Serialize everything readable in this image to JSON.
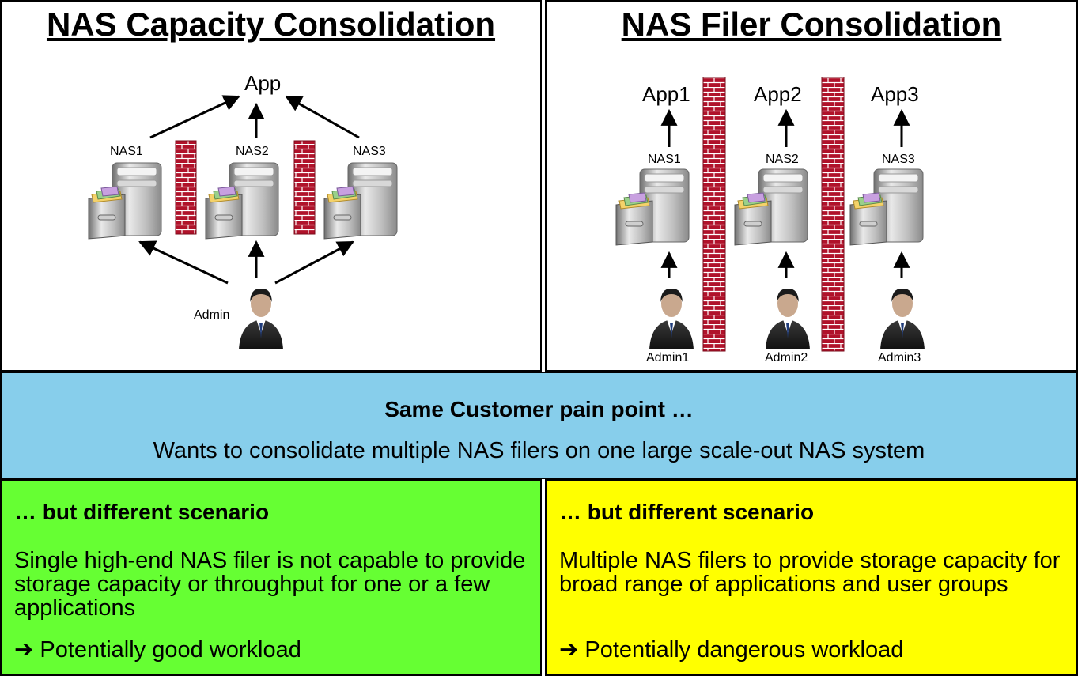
{
  "left_panel": {
    "title": "NAS Capacity Consolidation",
    "app_label": "App",
    "nas_labels": [
      "NAS1",
      "NAS2",
      "NAS3"
    ],
    "admin_label": "Admin",
    "icons": [
      "nas-filer-icon",
      "firewall-icon",
      "admin-user-icon",
      "arrow-icon"
    ]
  },
  "right_panel": {
    "title": "NAS Filer Consolidation",
    "app_labels": [
      "App1",
      "App2",
      "App3"
    ],
    "nas_labels": [
      "NAS1",
      "NAS2",
      "NAS3"
    ],
    "admin_labels": [
      "Admin1",
      "Admin2",
      "Admin3"
    ]
  },
  "pain_point": {
    "title": "Same Customer pain point …",
    "subtitle": "Wants to consolidate multiple NAS filers on one large scale-out NAS system",
    "background": "#87CEEB"
  },
  "scenario_left": {
    "heading": "… but different scenario",
    "body": "Single high-end NAS filer is not capable to provide storage capacity or throughput for one or a few applications",
    "result": "➔ Potentially good workload",
    "background": "#66FF33"
  },
  "scenario_right": {
    "heading": "… but different scenario",
    "body": "Multiple NAS filers to provide storage capacity for broad range of applications and user groups",
    "result": "➔ Potentially dangerous workload",
    "background": "#FFFF00"
  },
  "colors": {
    "firewall_brick": "#B0122A",
    "firewall_mortar": "#ffffff",
    "border": "#000000"
  }
}
